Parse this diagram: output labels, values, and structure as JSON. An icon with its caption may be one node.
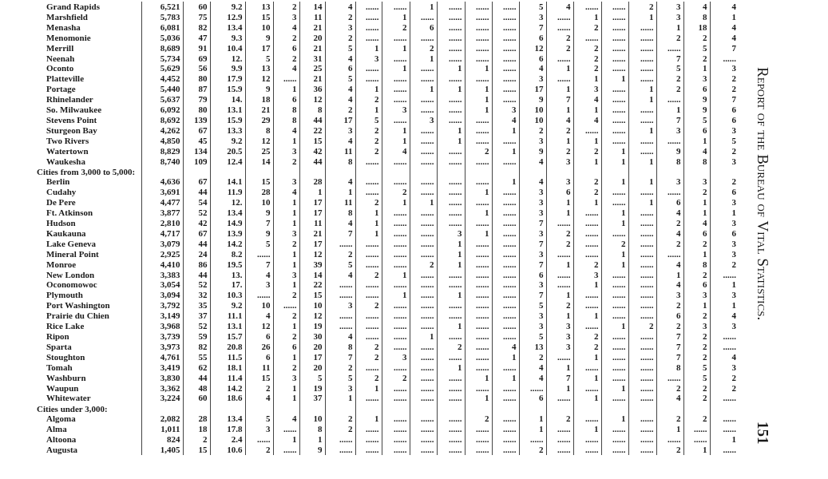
{
  "diagram": {
    "labels": [
      "Grand Rapids",
      "6,521",
      "60",
      "9.2",
      "13",
      "2",
      "14",
      "4",
      "......",
      "......",
      "1",
      "......",
      "......",
      "......",
      "5",
      "4",
      "......",
      "......",
      "2",
      "3",
      "4",
      "4",
      "Marshfield",
      "5,783",
      "75",
      "12.9",
      "15",
      "3",
      "11",
      "2",
      "......",
      "1",
      "......",
      "......",
      "......",
      "......",
      "3",
      "......",
      "1",
      "......",
      "1",
      "3",
      "8",
      "1",
      "Menasha",
      "6,081",
      "82",
      "13.4",
      "10",
      "4",
      "21",
      "3",
      "......",
      "2",
      "6",
      "......",
      "......",
      "......",
      "7",
      "......",
      "2",
      "......",
      "......",
      "1",
      "18",
      "4",
      "Menomonie",
      "5,036",
      "47",
      "9.3",
      "9",
      "2",
      "20",
      "2",
      "......",
      "......",
      "......",
      "......",
      "......",
      "......",
      "6",
      "2",
      "......",
      "......",
      "......",
      "2",
      "2",
      "4",
      "Merrill",
      "8,689",
      "91",
      "10.4",
      "17",
      "6",
      "21",
      "5",
      "1",
      "1",
      "2",
      "......",
      "......",
      "......",
      "12",
      "2",
      "2",
      "......",
      "......",
      "......",
      "5",
      "7",
      "Neenah",
      "5,734",
      "69",
      "12.",
      "5",
      "2",
      "31",
      "4",
      "3",
      "......",
      "1",
      "......",
      "......",
      "......",
      "6",
      "......",
      "2",
      "......",
      "......",
      "7",
      "2",
      "......",
      "Oconto",
      "5,629",
      "56",
      "9.9",
      "13",
      "4",
      "25",
      "6",
      "......",
      "1",
      "......",
      "1",
      "1",
      "......",
      "4",
      "1",
      "2",
      "......",
      "......",
      "5",
      "1",
      "3",
      "Platteville",
      "4,452",
      "80",
      "17.9",
      "12",
      "......",
      "21",
      "5",
      "......",
      "......",
      "......",
      "......",
      "......",
      "......",
      "3",
      "......",
      "1",
      "1",
      "......",
      "2",
      "3",
      "2",
      "Portage",
      "5,440",
      "87",
      "15.9",
      "9",
      "1",
      "36",
      "4",
      "1",
      "......",
      "1",
      "1",
      "1",
      "......",
      "17",
      "1",
      "3",
      "......",
      "1",
      "2",
      "6",
      "2",
      "Rhinelander",
      "5,637",
      "79",
      "14.",
      "18",
      "6",
      "12",
      "4",
      "2",
      "......",
      "......",
      "......",
      "1",
      "......",
      "9",
      "7",
      "4",
      "......",
      "1",
      "......",
      "9",
      "7",
      "So. Milwaukee",
      "6,092",
      "80",
      "13.1",
      "21",
      "8",
      "8",
      "2",
      "1",
      "3",
      "......",
      "......",
      "1",
      "3",
      "10",
      "1",
      "1",
      "......",
      "......",
      "1",
      "9",
      "6",
      "Stevens Point",
      "8,692",
      "139",
      "15.9",
      "29",
      "8",
      "44",
      "17",
      "5",
      "......",
      "3",
      "......",
      "......",
      "4",
      "10",
      "4",
      "4",
      "......",
      "......",
      "7",
      "5",
      "6",
      "Sturgeon Bay",
      "4,262",
      "67",
      "13.3",
      "8",
      "4",
      "22",
      "3",
      "2",
      "1",
      "......",
      "1",
      "......",
      "1",
      "2",
      "2",
      "......",
      "......",
      "1",
      "3",
      "6",
      "3",
      "Two Rivers",
      "4,850",
      "45",
      "9.2",
      "12",
      "1",
      "15",
      "4",
      "2",
      "1",
      "......",
      "1",
      "......",
      "......",
      "3",
      "1",
      "1",
      "......",
      "......",
      "......",
      "1",
      "5",
      "Watertown",
      "8,829",
      "134",
      "20.5",
      "25",
      "3",
      "42",
      "11",
      "2",
      "4",
      "......",
      "......",
      "2",
      "1",
      "9",
      "2",
      "2",
      "1",
      "......",
      "9",
      "4",
      "2",
      "Waukesha",
      "8,740",
      "109",
      "12.4",
      "14",
      "2",
      "44",
      "8",
      "......",
      "......",
      "......",
      "......",
      "......",
      "......",
      "4",
      "3",
      "1",
      "1",
      "1",
      "8",
      "8",
      "3",
      "Cities from 3,000 to 5,000:",
      "Berlin",
      "4,636",
      "67",
      "14.1",
      "15",
      "3",
      "28",
      "4",
      "......",
      "......",
      "......",
      "......",
      "......",
      "1",
      "4",
      "3",
      "2",
      "1",
      "1",
      "3",
      "3",
      "2",
      "Cudahy",
      "3,691",
      "44",
      "11.9",
      "28",
      "4",
      "1",
      "1",
      "......",
      "2",
      "......",
      "......",
      "1",
      "......",
      "3",
      "6",
      "2",
      "......",
      "......",
      "......",
      "2",
      "6",
      "De Pere",
      "4,477",
      "54",
      "12.",
      "10",
      "1",
      "17",
      "11",
      "2",
      "1",
      "1",
      "......",
      "......",
      "......",
      "3",
      "1",
      "1",
      "......",
      "1",
      "6",
      "1",
      "3",
      "Ft. Atkinson",
      "3,877",
      "52",
      "13.4",
      "9",
      "1",
      "17",
      "8",
      "1",
      "......",
      "......",
      "......",
      "1",
      "......",
      "3",
      "1",
      "......",
      "1",
      "......",
      "4",
      "1",
      "1",
      "Hudson",
      "2,810",
      "42",
      "14.9",
      "7",
      "1",
      "11",
      "4",
      "1",
      "......",
      "......",
      "......",
      "......",
      "......",
      "7",
      "......",
      "......",
      "1",
      "......",
      "2",
      "4",
      "3",
      "Kaukauna",
      "4,717",
      "67",
      "13.9",
      "9",
      "3",
      "21",
      "7",
      "1",
      "......",
      "......",
      "3",
      "1",
      "......",
      "3",
      "2",
      "......",
      "......",
      "......",
      "4",
      "6",
      "6",
      "Lake Geneva",
      "3,079",
      "44",
      "14.2",
      "5",
      "2",
      "17",
      "......",
      "......",
      "......",
      "......",
      "1",
      "......",
      "......",
      "7",
      "2",
      "......",
      "2",
      "......",
      "2",
      "2",
      "3",
      "Mineral Point",
      "2,925",
      "24",
      "8.2",
      "......",
      "1",
      "12",
      "2",
      "......",
      "......",
      "......",
      "1",
      "......",
      "......",
      "3",
      "......",
      "......",
      "1",
      "......",
      "......",
      "1",
      "3",
      "Monroe",
      "4,410",
      "86",
      "19.5",
      "7",
      "1",
      "39",
      "5",
      "......",
      "......",
      "2",
      "1",
      "......",
      "......",
      "7",
      "1",
      "2",
      "1",
      "......",
      "4",
      "8",
      "2",
      "New London",
      "3,383",
      "44",
      "13.",
      "4",
      "3",
      "14",
      "4",
      "2",
      "1",
      "......",
      "......",
      "......",
      "......",
      "6",
      "......",
      "3",
      "......",
      "......",
      "1",
      "2",
      "......",
      "Oconomowoc",
      "3,054",
      "52",
      "17.",
      "3",
      "1",
      "22",
      "......",
      "......",
      "......",
      "......",
      "......",
      "......",
      "......",
      "3",
      "......",
      "1",
      "......",
      "......",
      "4",
      "6",
      "1",
      "Plymouth",
      "3,094",
      "32",
      "10.3",
      "......",
      "2",
      "15",
      "......",
      "......",
      "1",
      "......",
      "1",
      "......",
      "......",
      "7",
      "1",
      "......",
      "......",
      "......",
      "3",
      "3",
      "3",
      "Port Washington",
      "3,792",
      "35",
      "9.2",
      "10",
      "......",
      "10",
      "3",
      "2",
      "......",
      "......",
      "......",
      "......",
      "......",
      "5",
      "2",
      "......",
      "......",
      "......",
      "2",
      "1",
      "1",
      "Prairie du Chien",
      "3,149",
      "37",
      "11.1",
      "4",
      "2",
      "12",
      "......",
      "......",
      "......",
      "......",
      "......",
      "......",
      "......",
      "3",
      "1",
      "1",
      "......",
      "......",
      "6",
      "2",
      "4",
      "Rice Lake",
      "3,968",
      "52",
      "13.1",
      "12",
      "1",
      "19",
      "......",
      "......",
      "......",
      "......",
      "1",
      "......",
      "......",
      "3",
      "3",
      "......",
      "1",
      "2",
      "2",
      "3",
      "3",
      "Ripon",
      "3,739",
      "59",
      "15.7",
      "6",
      "2",
      "30",
      "4",
      "......",
      "......",
      "1",
      "......",
      "......",
      "......",
      "5",
      "3",
      "2",
      "......",
      "......",
      "7",
      "2",
      "......",
      "Sparta",
      "3,973",
      "82",
      "20.8",
      "26",
      "6",
      "20",
      "8",
      "2",
      "......",
      "......",
      "2",
      "......",
      "4",
      "13",
      "3",
      "2",
      "......",
      "......",
      "7",
      "2",
      "......",
      "Stoughton",
      "4,761",
      "55",
      "11.5",
      "6",
      "1",
      "17",
      "7",
      "2",
      "3",
      "......",
      "......",
      "......",
      "1",
      "2",
      "......",
      "1",
      "......",
      "......",
      "7",
      "2",
      "4",
      "Tomah",
      "3,419",
      "62",
      "18.1",
      "11",
      "2",
      "20",
      "2",
      "......",
      "......",
      "......",
      "1",
      "......",
      "......",
      "4",
      "1",
      "......",
      "......",
      "......",
      "8",
      "5",
      "3",
      "Washburn",
      "3,830",
      "44",
      "11.4",
      "15",
      "3",
      "5",
      "5",
      "2",
      "2",
      "......",
      "......",
      "1",
      "1",
      "4",
      "7",
      "1",
      "......",
      "......",
      "......",
      "5",
      "2",
      "Waupun",
      "3,362",
      "48",
      "14.2",
      "2",
      "1",
      "19",
      "3",
      "1",
      "......",
      "......",
      "......",
      "......",
      "......",
      "......",
      "1",
      "......",
      "1",
      "......",
      "2",
      "2",
      "2",
      "Whitewater",
      "3,224",
      "60",
      "18.6",
      "4",
      "1",
      "37",
      "1",
      "......",
      "......",
      "......",
      "......",
      "1",
      "......",
      "6",
      "......",
      "1",
      "......",
      "......",
      "4",
      "2",
      "......",
      "Cities under 3,000:",
      "Algoma",
      "2,082",
      "28",
      "13.4",
      "5",
      "4",
      "10",
      "2",
      "1",
      "......",
      "......",
      "......",
      "2",
      "......",
      "1",
      "2",
      "......",
      "1",
      "......",
      "2",
      "2",
      "......",
      "Alma",
      "1,011",
      "18",
      "17.8",
      "3",
      "......",
      "8",
      "2",
      "......",
      "......",
      "......",
      "......",
      "......",
      "......",
      "1",
      "......",
      "1",
      "......",
      "......",
      "1",
      "......",
      "......",
      "Altoona",
      "824",
      "2",
      "2.4",
      "......",
      "1",
      "1",
      "......",
      "......",
      "......",
      "......",
      "......",
      "......",
      "......",
      "......",
      "......",
      "......",
      "......",
      "......",
      "......",
      "......",
      "1",
      "Augusta",
      "1,405",
      "15",
      "10.6",
      "2",
      "......",
      "9",
      "......",
      "......",
      "......",
      "......",
      "......",
      "......",
      "......",
      "2",
      "......",
      "......",
      "......",
      "......",
      "2",
      "1",
      "......",
      "Report of the Bureau of Vital Statistics.",
      "151"
    ]
  }
}
